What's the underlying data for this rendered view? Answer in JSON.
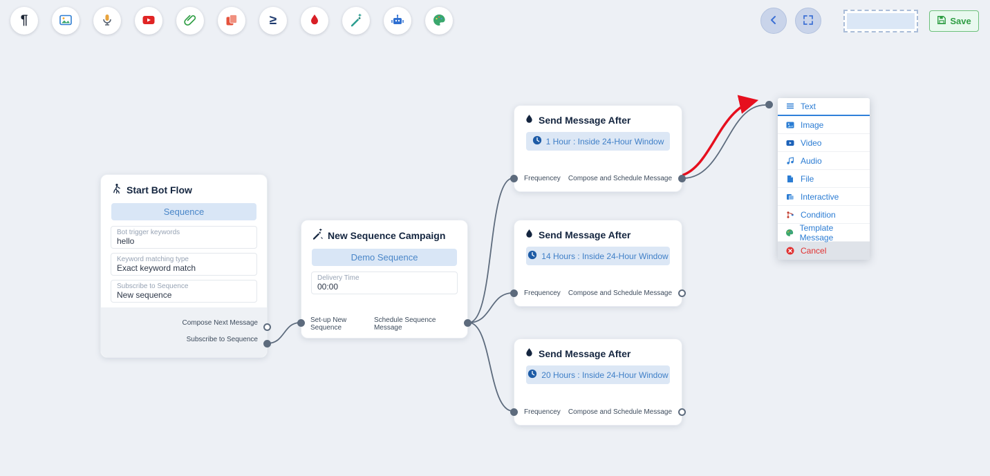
{
  "toolbar": {
    "icons": [
      {
        "name": "text-element-icon",
        "glyph": "¶"
      },
      {
        "name": "image-element-icon"
      },
      {
        "name": "audio-element-icon"
      },
      {
        "name": "video-element-icon"
      },
      {
        "name": "file-element-icon"
      },
      {
        "name": "interactive-element-icon"
      },
      {
        "name": "condition-element-icon",
        "glyph": "≥"
      },
      {
        "name": "drip-element-icon"
      },
      {
        "name": "sequence-element-icon"
      },
      {
        "name": "bot-element-icon"
      },
      {
        "name": "template-element-icon"
      }
    ]
  },
  "topbar": {
    "save_label": "Save"
  },
  "nodes": {
    "start": {
      "title": "Start Bot Flow",
      "pill": "Sequence",
      "fields": [
        {
          "label": "Bot trigger keywords",
          "value": "hello"
        },
        {
          "label": "Keyword matching type",
          "value": "Exact keyword match"
        },
        {
          "label": "Subscribe to Sequence",
          "value": "New sequence"
        }
      ],
      "ports": [
        {
          "label": "Compose Next Message"
        },
        {
          "label": "Subscribe to Sequence"
        }
      ]
    },
    "sequence_campaign": {
      "title": "New Sequence Campaign",
      "pill": "Demo Sequence",
      "field": {
        "label": "Delivery Time",
        "value": "00:00"
      },
      "left_port": "Set-up New Sequence",
      "right_port": "Schedule Sequence Message"
    },
    "send": [
      {
        "title": "Send Message After",
        "badge": "1 Hour : Inside 24-Hour Window",
        "left_port": "Frequencey",
        "right_port": "Compose and Schedule Message"
      },
      {
        "title": "Send Message After",
        "badge": "14 Hours : Inside 24-Hour Window",
        "left_port": "Frequencey",
        "right_port": "Compose and Schedule Message"
      },
      {
        "title": "Send Message After",
        "badge": "20 Hours : Inside 24-Hour Window",
        "left_port": "Frequencey",
        "right_port": "Compose and Schedule Message"
      }
    ]
  },
  "menu": {
    "items": [
      {
        "label": "Text",
        "icon": "text-lines-icon"
      },
      {
        "label": "Image",
        "icon": "image-icon"
      },
      {
        "label": "Video",
        "icon": "video-icon"
      },
      {
        "label": "Audio",
        "icon": "music-note-icon"
      },
      {
        "label": "File",
        "icon": "file-icon"
      },
      {
        "label": "Interactive",
        "icon": "cards-icon"
      },
      {
        "label": "Condition",
        "icon": "branch-icon"
      },
      {
        "label": "Template Message",
        "icon": "palette-icon"
      },
      {
        "label": "Cancel",
        "icon": "cancel-circle-icon"
      }
    ]
  },
  "colors": {
    "accent_blue": "#2b7cd3",
    "badge_blue_bg": "#dce7f5",
    "danger_red": "#e03131",
    "save_green": "#2f9e44",
    "connector_gray": "#5d6b7d",
    "drag_arrow_red": "#e60f1e",
    "canvas_bg": "#edf0f5"
  }
}
